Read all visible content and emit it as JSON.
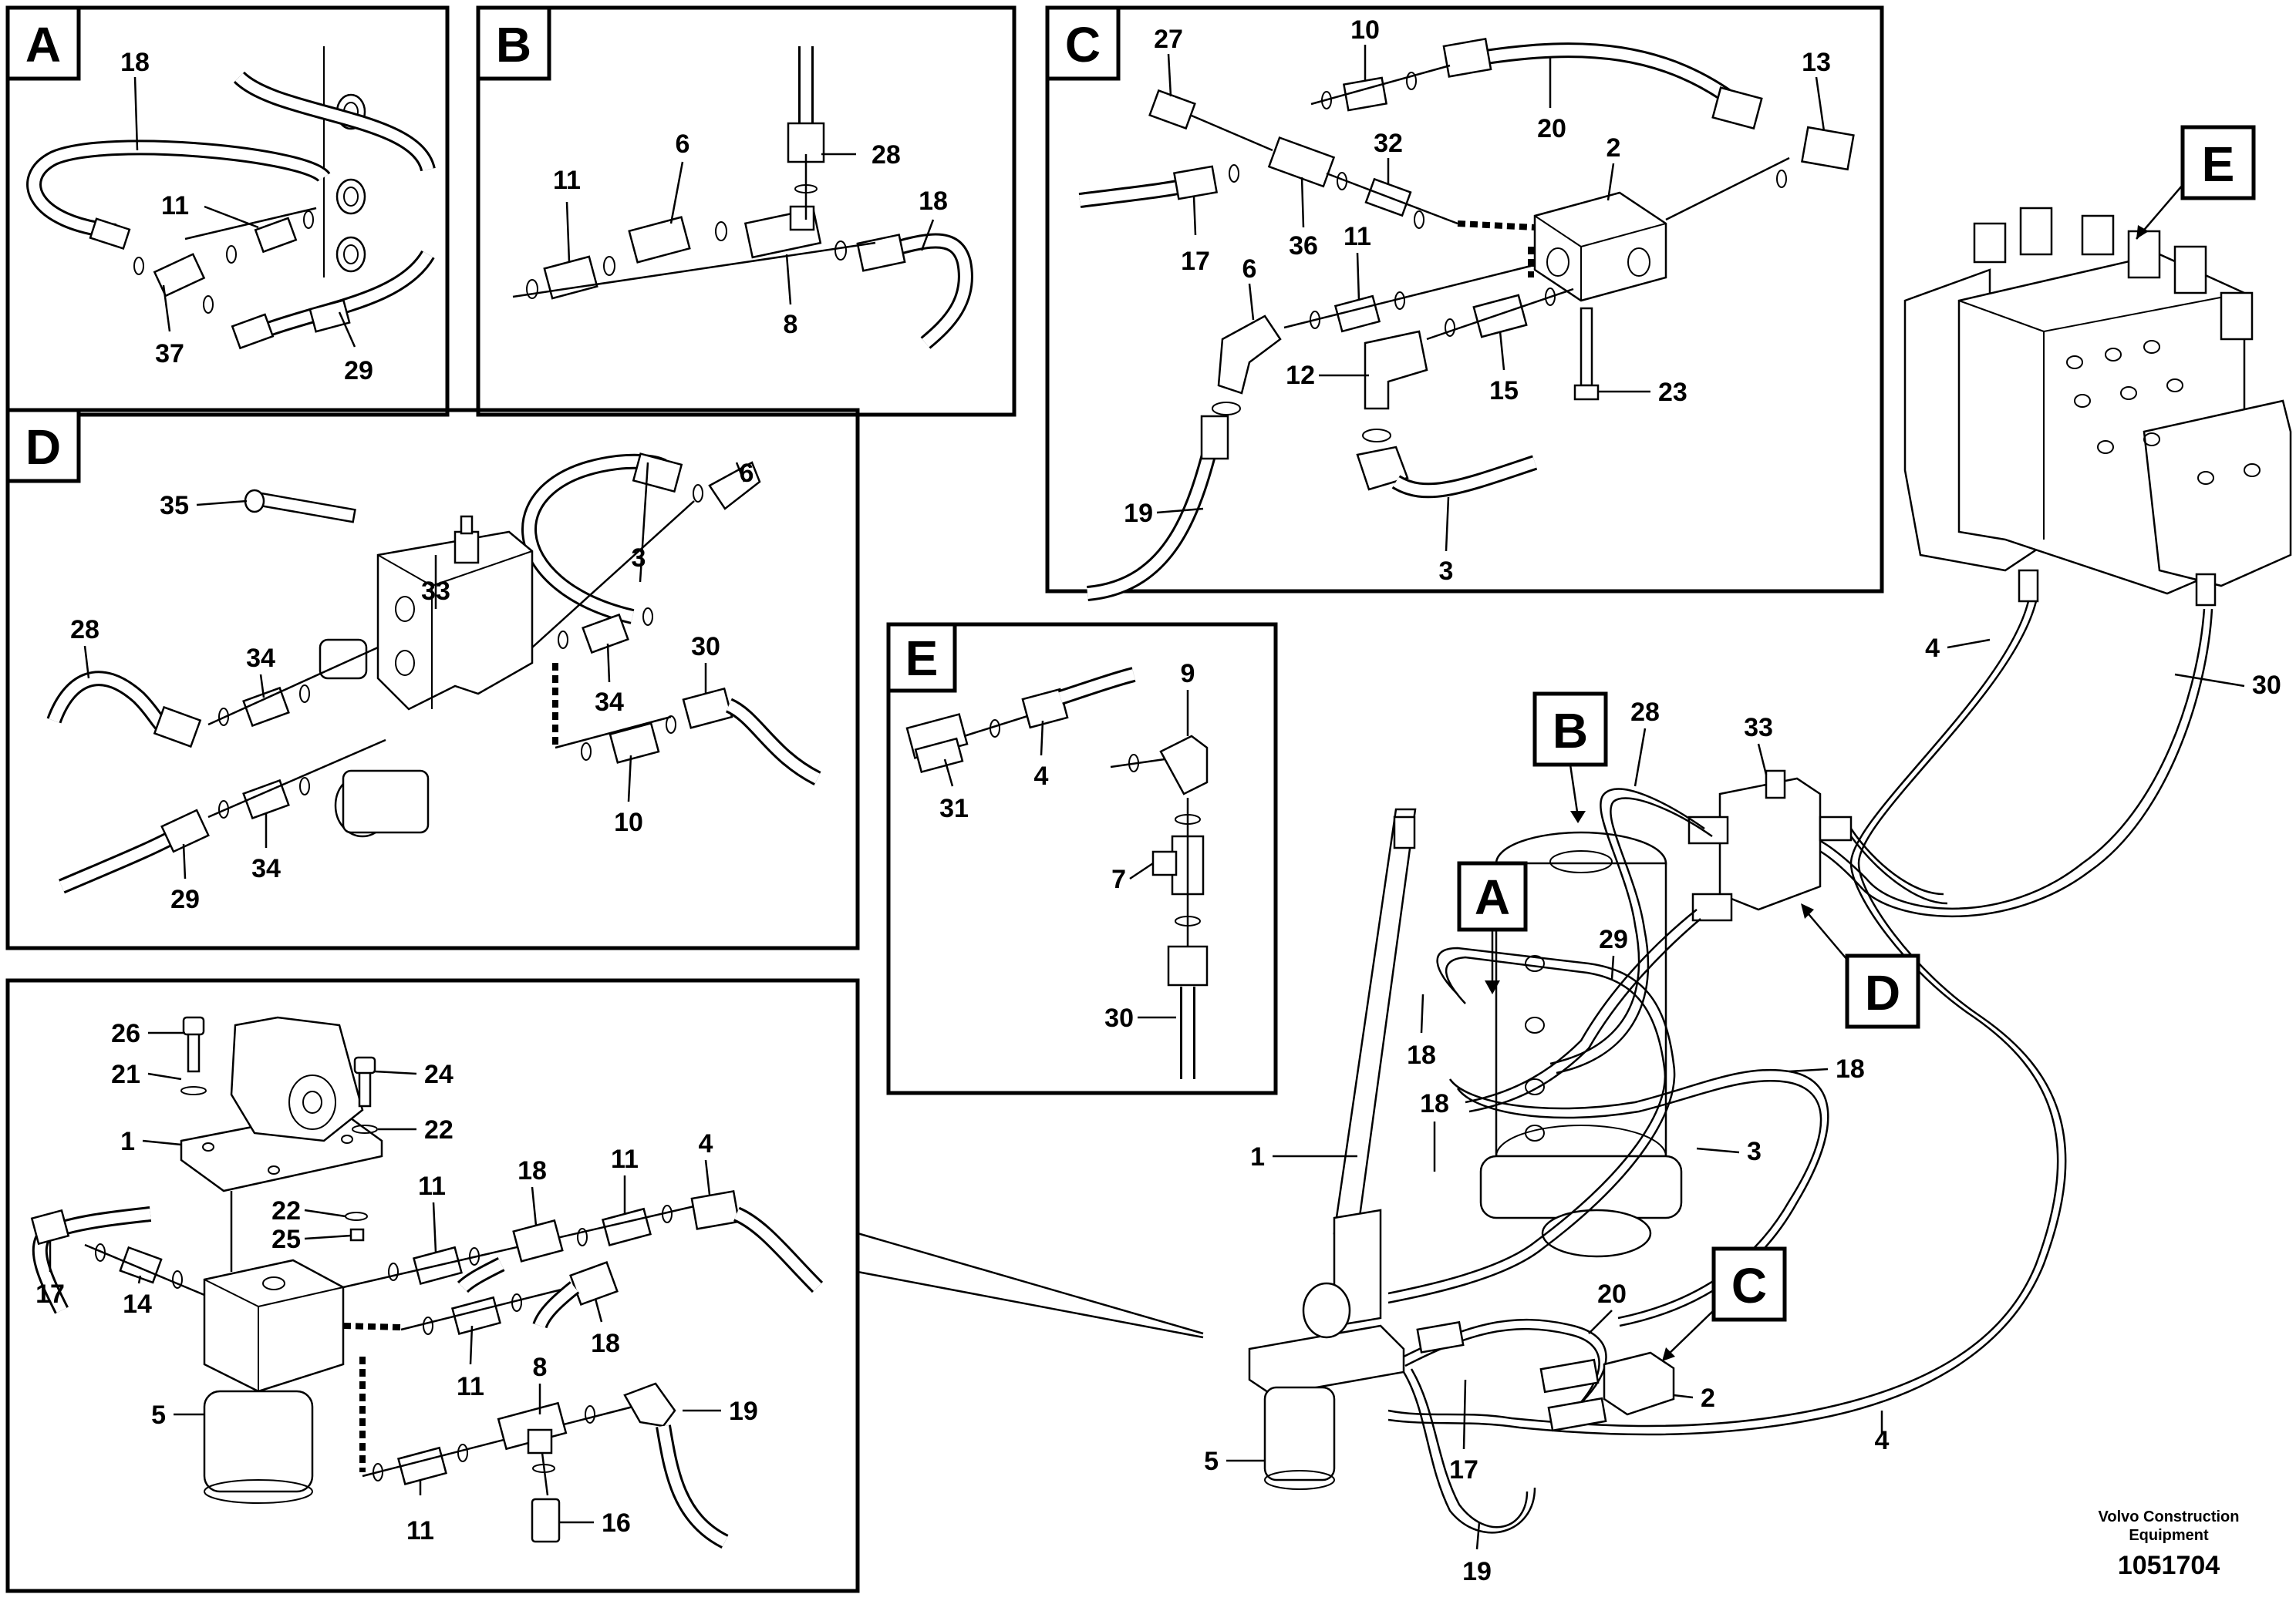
{
  "panels": {
    "A": {
      "tag": "A",
      "labels": {
        "p18": "18",
        "p11": "11",
        "p37": "37",
        "p29": "29"
      }
    },
    "B": {
      "tag": "B",
      "labels": {
        "p28": "28",
        "p11": "11",
        "p6": "6",
        "p18": "18",
        "p8": "8"
      }
    },
    "C": {
      "tag": "C",
      "labels": {
        "p27": "27",
        "p10": "10",
        "p20": "20",
        "p13": "13",
        "p32": "32",
        "p2": "2",
        "p17": "17",
        "p36": "36",
        "p11": "11",
        "p6": "6",
        "p12": "12",
        "p15": "15",
        "p23": "23",
        "p19": "19",
        "p3": "3"
      }
    },
    "D": {
      "tag": "D",
      "labels": {
        "p3": "3",
        "p6": "6",
        "p33": "33",
        "p35": "35",
        "p28": "28",
        "p34a": "34",
        "p34b": "34",
        "p30": "30",
        "p34c": "34",
        "p10": "10",
        "p29": "29"
      }
    },
    "E": {
      "tag": "E",
      "labels": {
        "p9": "9",
        "p31": "31",
        "p4": "4",
        "p7": "7",
        "p30": "30"
      }
    },
    "F": {
      "labels": {
        "p26": "26",
        "p21": "21",
        "p24": "24",
        "p1": "1",
        "p22a": "22",
        "p22b": "22",
        "p25": "25",
        "p11a": "11",
        "p18a": "18",
        "p11b": "11",
        "p4": "4",
        "p17": "17",
        "p14": "14",
        "p11c": "11",
        "p18b": "18",
        "p8": "8",
        "p19": "19",
        "p5": "5",
        "p11d": "11",
        "p16": "16"
      }
    }
  },
  "main": {
    "callouts": {
      "E": "E",
      "B": "B",
      "A": "A",
      "D": "D",
      "C": "C"
    },
    "labels": {
      "p4a": "4",
      "p30": "30",
      "p28": "28",
      "p33": "33",
      "p29": "29",
      "p18a": "18",
      "p18b": "18",
      "p18c": "18",
      "p3": "3",
      "p1": "1",
      "p20": "20",
      "p2": "2",
      "p5": "5",
      "p17": "17",
      "p4b": "4",
      "p19": "19"
    }
  },
  "footer": {
    "credit_line1": "Volvo Construction",
    "credit_line2": "Equipment",
    "doc_number": "1051704"
  }
}
